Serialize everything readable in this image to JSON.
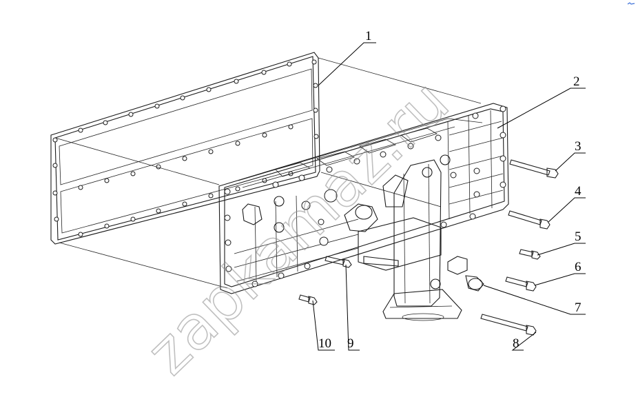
{
  "diagram": {
    "watermark": "zapkamaz.ru",
    "callouts": [
      {
        "id": "1",
        "label": "1"
      },
      {
        "id": "2",
        "label": "2"
      },
      {
        "id": "3",
        "label": "3"
      },
      {
        "id": "4",
        "label": "4"
      },
      {
        "id": "5",
        "label": "5"
      },
      {
        "id": "6",
        "label": "6"
      },
      {
        "id": "7",
        "label": "7"
      },
      {
        "id": "8",
        "label": "8"
      },
      {
        "id": "9",
        "label": "9"
      },
      {
        "id": "10",
        "label": "10"
      }
    ]
  },
  "colors": {
    "line": "#1a1a1a",
    "watermark": "#8c8c8c",
    "corner_mark": "#3b6fd8"
  }
}
